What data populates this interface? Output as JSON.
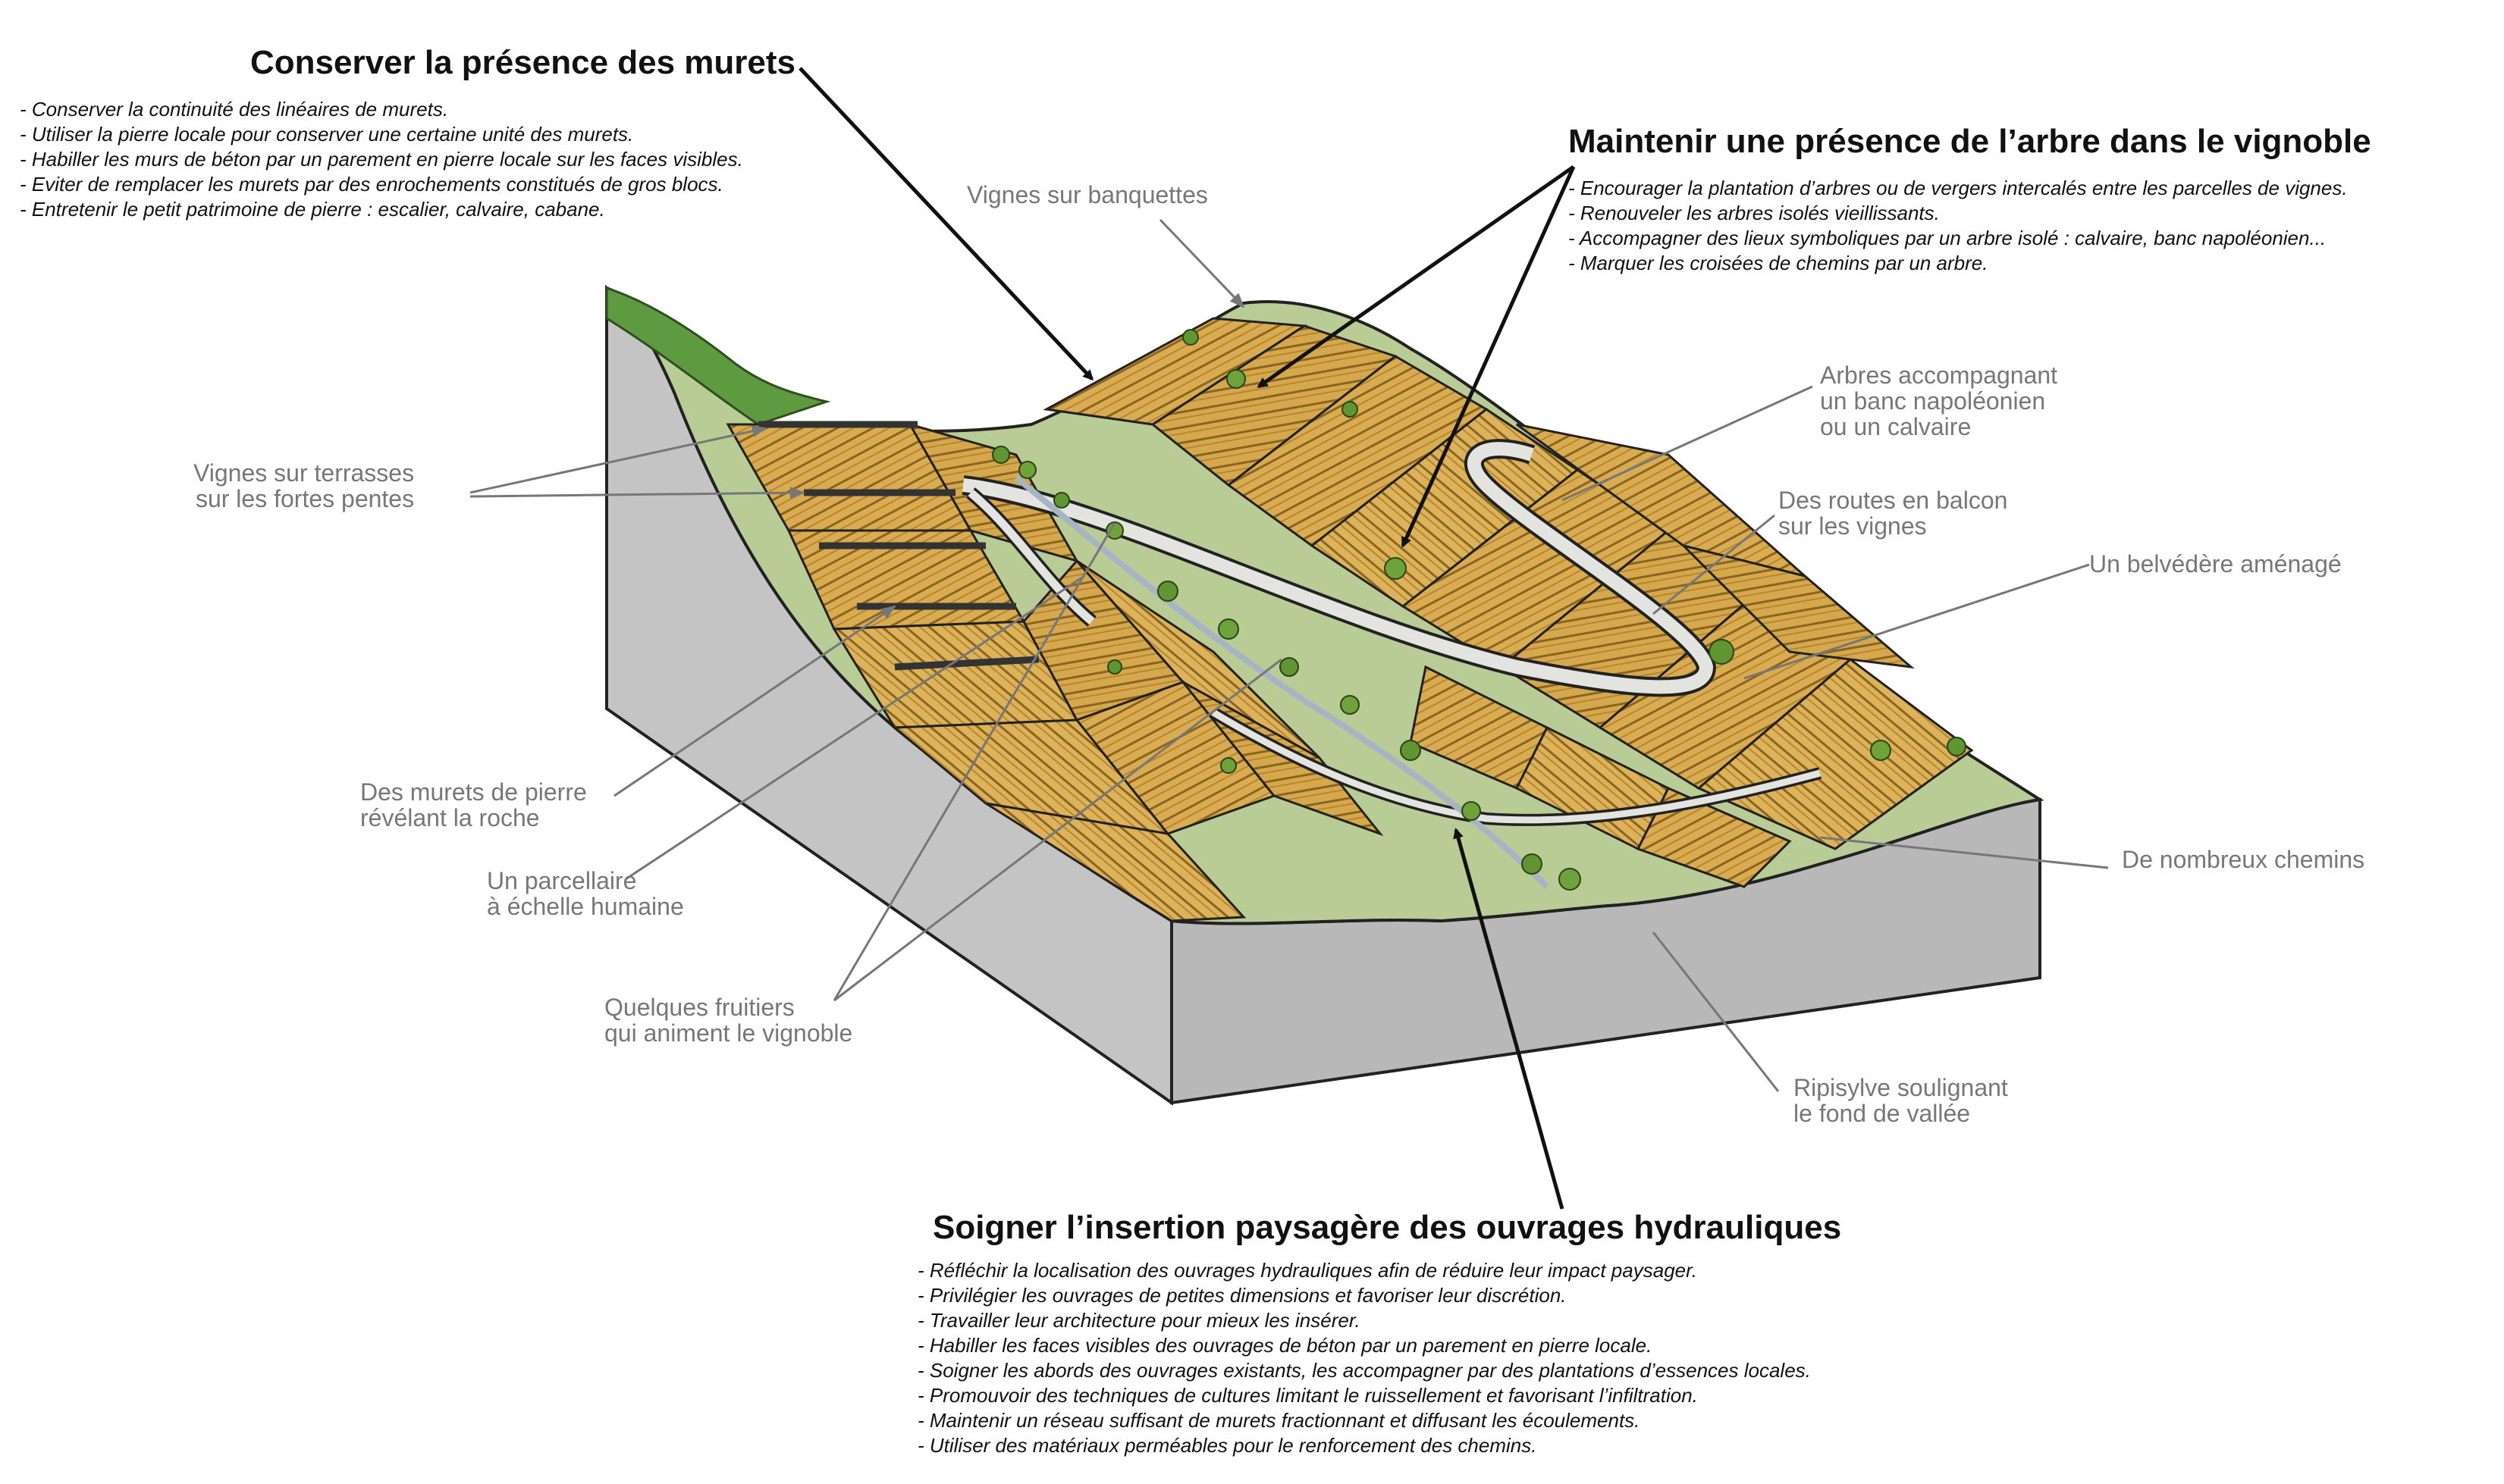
{
  "sections": {
    "murets": {
      "title": "Conserver la présence des murets",
      "items": [
        "- Conserver la continuité des linéaires de murets.",
        "- Utiliser la pierre locale pour conserver une certaine unité des murets.",
        "- Habiller les murs de béton par un parement en pierre locale sur les faces visibles.",
        "- Eviter de remplacer les murets par des enrochements constitués de gros blocs.",
        "- Entretenir le  petit patrimoine de pierre : escalier, calvaire, cabane."
      ]
    },
    "arbre": {
      "title": "Maintenir une présence de l’arbre dans le vignoble",
      "items": [
        "- Encourager la plantation d’arbres ou de vergers intercalés entre les parcelles de vignes.",
        "- Renouveler les arbres isolés vieillissants.",
        "- Accompagner des lieux symboliques par un arbre isolé : calvaire, banc napoléonien...",
        "- Marquer les croisées de chemins par un arbre."
      ]
    },
    "hydrauliques": {
      "title": "Soigner l’insertion paysagère des ouvrages hydrauliques",
      "items": [
        "- Réfléchir la localisation des ouvrages hydrauliques afin de réduire leur impact paysager.",
        "- Privilégier les ouvrages de petites dimensions et favoriser leur discrétion.",
        "- Travailler leur architecture pour mieux les insérer.",
        "- Habiller les faces visibles des ouvrages de béton par un parement en pierre locale.",
        "- Soigner les abords des ouvrages existants, les accompagner par des plantations d’essences locales.",
        "- Promouvoir des techniques de cultures limitant le ruissellement et favorisant l’infiltration.",
        "- Maintenir un réseau suffisant de murets fractionnant et diffusant les écoulements.",
        "- Utiliser des matériaux perméables pour le renforcement des chemins."
      ]
    }
  },
  "labels": {
    "banquettes": [
      "Vignes sur banquettes"
    ],
    "terrasses": [
      "Vignes sur terrasses",
      "sur les fortes pentes"
    ],
    "arbres_banc": [
      "Arbres accompagnant",
      "un banc napoléonien",
      "ou un calvaire"
    ],
    "routes_balcon": [
      "Des routes en balcon",
      "sur les vignes"
    ],
    "belvedere": [
      "Un belvédère aménagé"
    ],
    "murets_pierre": [
      "Des murets de pierre",
      "révélant la roche"
    ],
    "parcellaire": [
      "Un parcellaire",
      "à échelle humaine"
    ],
    "fruitiers": [
      "Quelques fruitiers",
      "qui animent le vignoble"
    ],
    "chemins": [
      "De nombreux chemins"
    ],
    "ripisylve": [
      "Ripisylve soulignant",
      "le fond de vallée"
    ]
  },
  "colors": {
    "vines": "#d9ac52",
    "vine_rows": "#8a6420",
    "grass": "#b9cc96",
    "roads": "#e3e3e0",
    "block_front": "#bcbcbc",
    "block_side": "#c8c8c8",
    "trees": "#5f9632",
    "arrows": "#111111",
    "leader_lines": "#777777"
  }
}
